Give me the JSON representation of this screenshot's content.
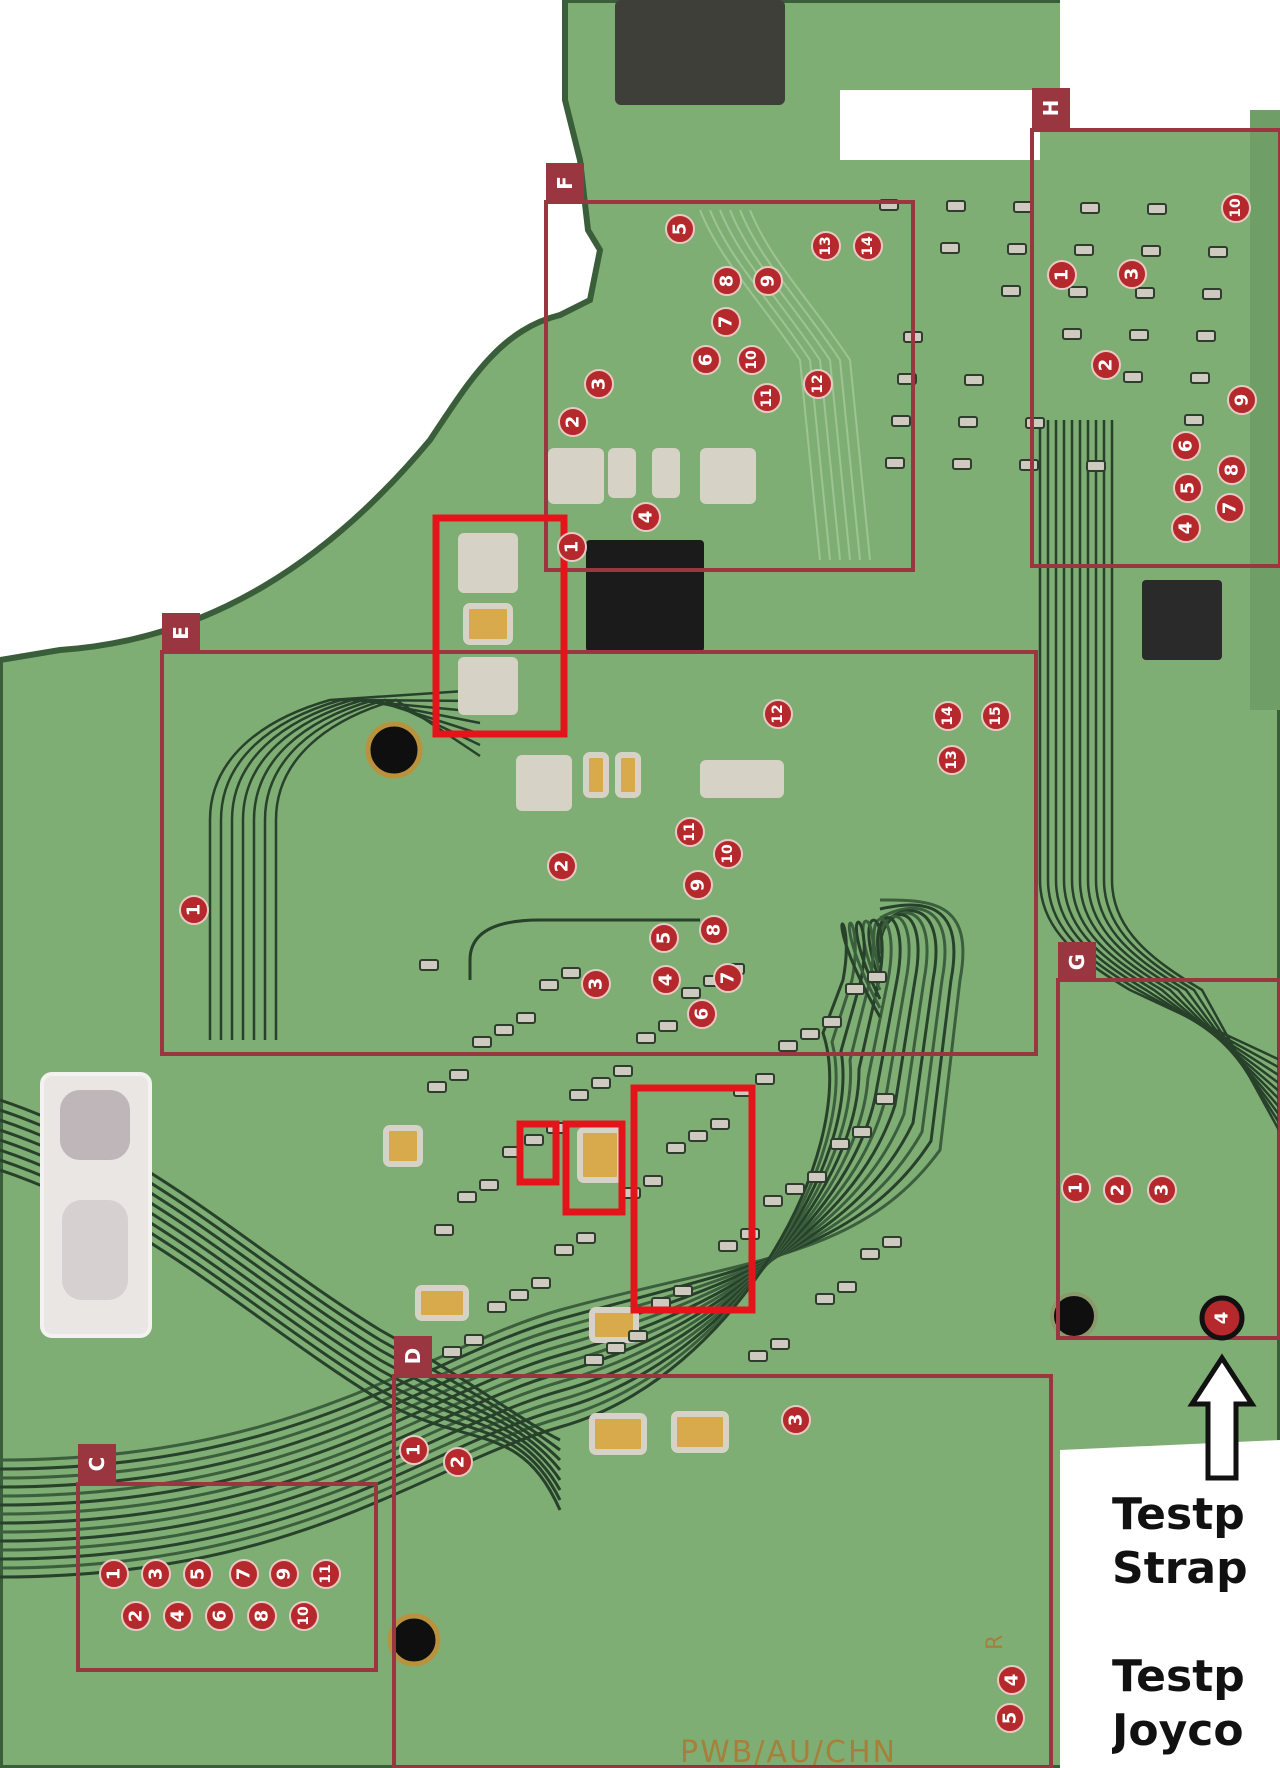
{
  "colors": {
    "board": "#7fae74",
    "board_light": "#8fbd84",
    "trace": "#27412b",
    "trace_light": "#9dc492",
    "region_frame": "#9a3640",
    "marker": "#b5282b",
    "highlight": "#e3151b",
    "chip": "#1b1b1b",
    "component": "#d7d2c6",
    "component_tan": "#d8aa4c",
    "white": "#ffffff"
  },
  "regions": [
    {
      "label": "F"
    },
    {
      "label": "H"
    },
    {
      "label": "E"
    },
    {
      "label": "G"
    },
    {
      "label": "D"
    },
    {
      "label": "C"
    }
  ],
  "markers": {
    "f": [
      "5",
      "3",
      "2",
      "8",
      "9",
      "13",
      "14",
      "7",
      "6",
      "10",
      "11",
      "12",
      "4",
      "1"
    ],
    "h": [
      "10",
      "1",
      "3",
      "2",
      "9",
      "6",
      "8",
      "5",
      "7",
      "4"
    ],
    "e": [
      "12",
      "14",
      "15",
      "13",
      "11",
      "10",
      "2",
      "9",
      "1",
      "5",
      "8",
      "4",
      "7",
      "3",
      "6"
    ],
    "g": [
      "1",
      "2",
      "3"
    ],
    "g_outlined": "4",
    "d": [
      "3",
      "1",
      "2",
      "4",
      "5"
    ],
    "c": [
      "1",
      "3",
      "5",
      "7",
      "9",
      "11",
      "2",
      "4",
      "6",
      "8",
      "10"
    ]
  },
  "board_print": {
    "bottom": "PWB/AU/CHN",
    "bottom_right": "R"
  },
  "chip_print": "",
  "note": {
    "line1": "Testp",
    "line2": "Strap",
    "line3": "Testp",
    "line4": "Joyco"
  }
}
